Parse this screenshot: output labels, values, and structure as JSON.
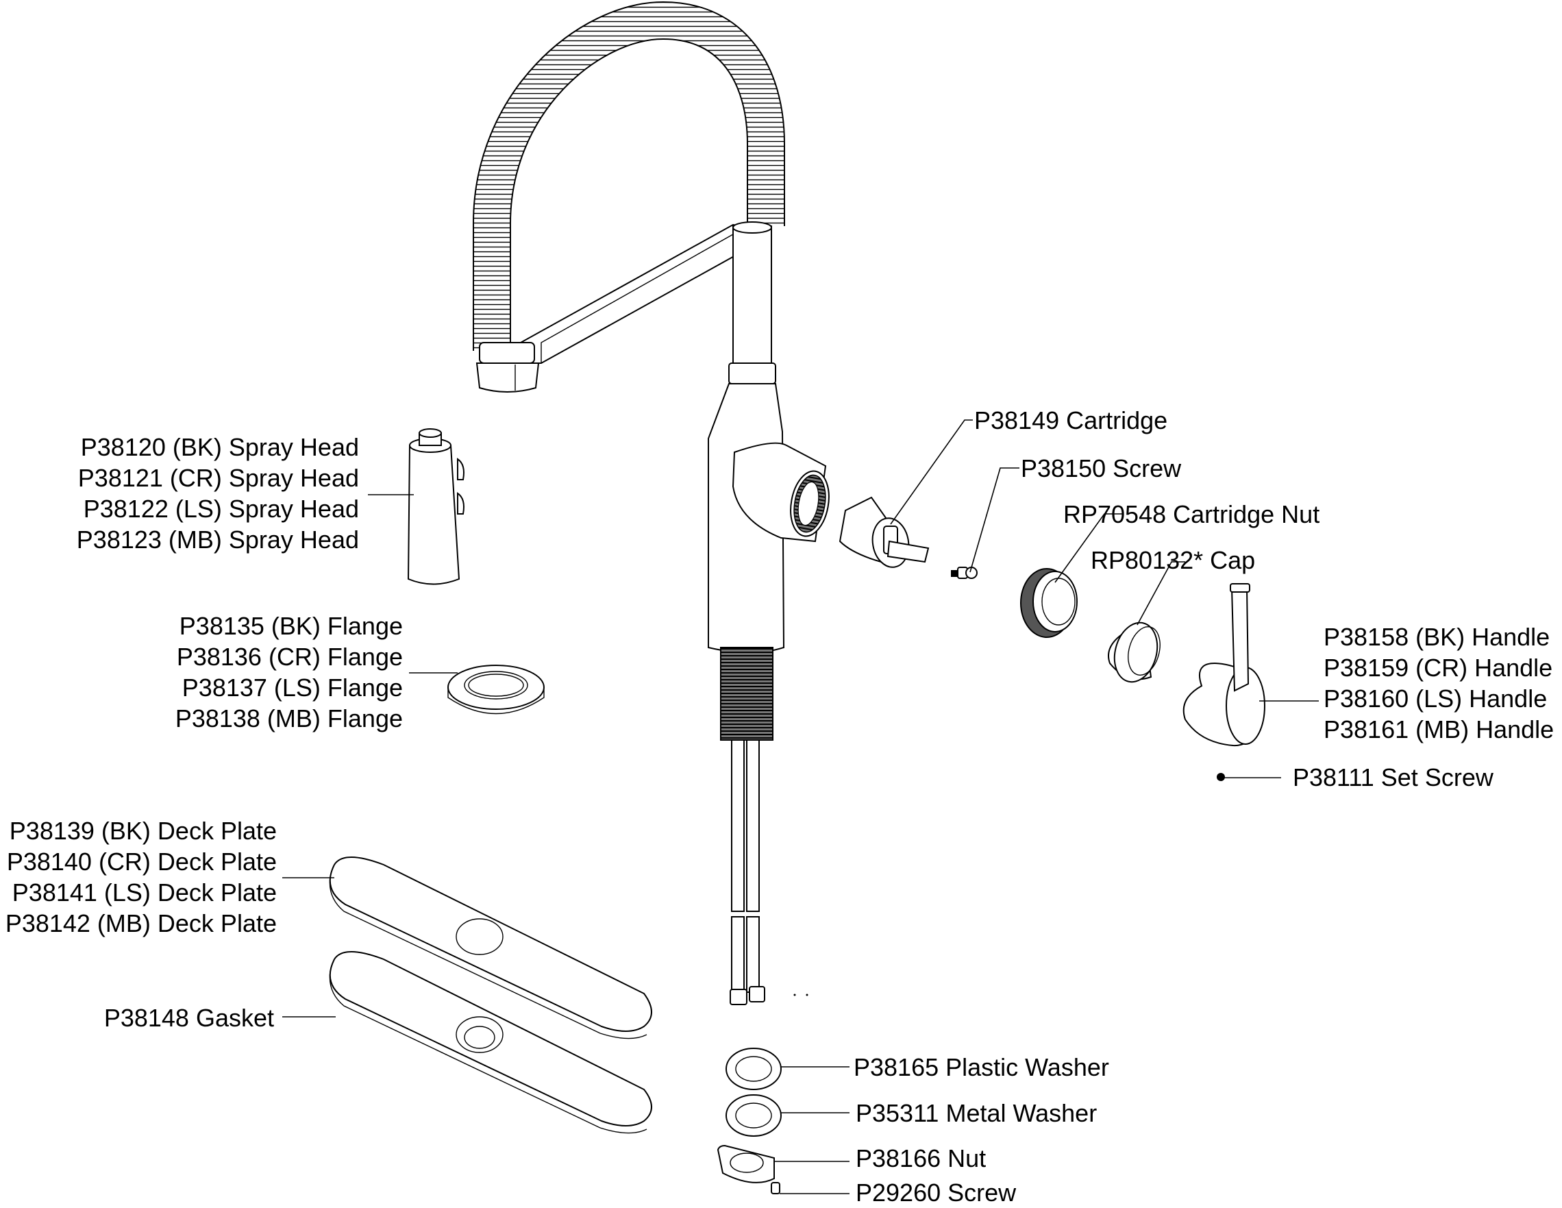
{
  "diagram": {
    "type": "exploded-parts-diagram",
    "subject": "kitchen faucet",
    "callouts": {
      "spray_head": [
        "P38120 (BK) Spray Head",
        "P38121 (CR) Spray Head",
        "P38122 (LS) Spray Head",
        "P38123 (MB) Spray Head"
      ],
      "flange": [
        "P38135 (BK) Flange",
        "P38136 (CR) Flange",
        "P38137 (LS) Flange",
        "P38138 (MB) Flange"
      ],
      "deck_plate": [
        "P38139 (BK) Deck Plate",
        "P38140 (CR) Deck Plate",
        "P38141 (LS) Deck Plate",
        "P38142 (MB) Deck Plate"
      ],
      "gasket": "P38148 Gasket",
      "cartridge": "P38149 Cartridge",
      "screw": "P38150 Screw",
      "cartridge_nut": "RP70548 Cartridge Nut",
      "cap": "RP80132* Cap",
      "handle": [
        "P38158 (BK) Handle",
        "P38159 (CR) Handle",
        "P38160 (LS) Handle",
        "P38161 (MB) Handle"
      ],
      "set_screw": "P38111 Set Screw",
      "plastic_washer": "P38165 Plastic Washer",
      "metal_washer": "P35311 Metal Washer",
      "nut": "P38166 Nut",
      "mount_screw": "P29260 Screw"
    }
  }
}
